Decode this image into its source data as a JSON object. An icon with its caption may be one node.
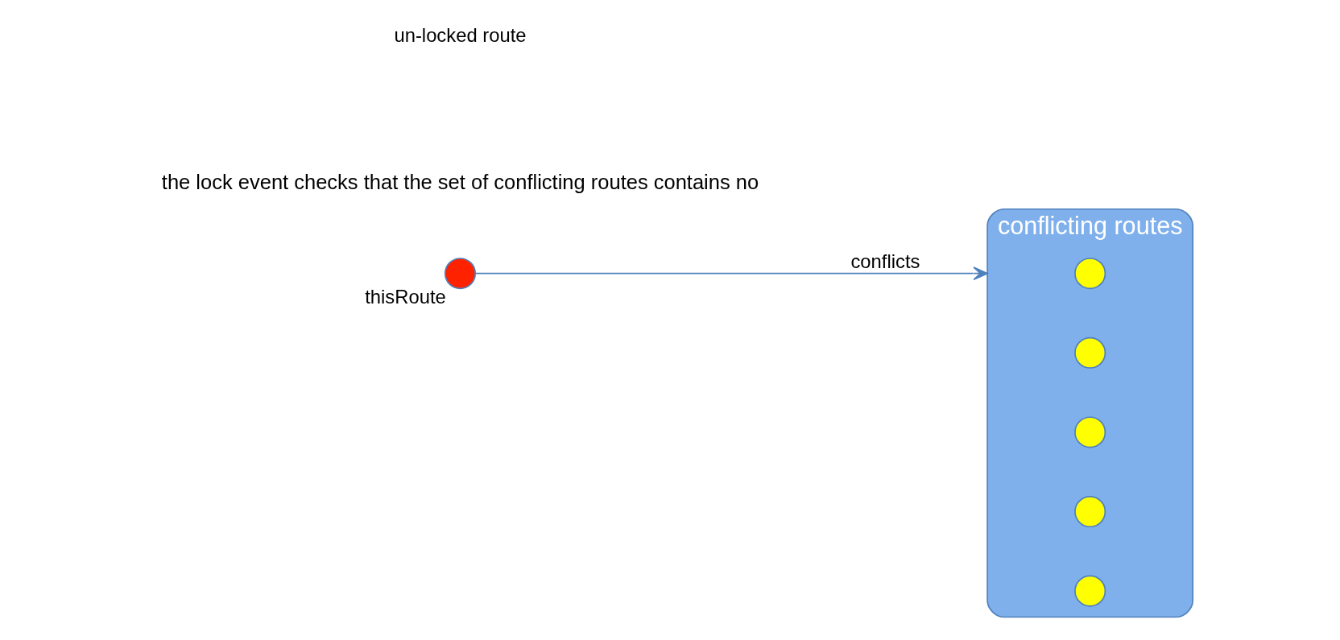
{
  "diagram": {
    "nodes": [
      {
        "text": [],
        "shape": "circle",
        "beside": [
          "thisRoute"
        ]
      },
      {
        "text": [
          "conflicting routes"
        ]
      },
      {
        "text": [],
        "shape": "circle",
        "in": 1
      },
      {
        "text": [],
        "shape": "circle",
        "in": 1
      },
      {
        "text": [],
        "shape": "circle",
        "in": 1
      },
      {
        "text": [],
        "shape": "circle",
        "in": 1
      },
      {
        "text": [],
        "shape": "circle",
        "in": 1
      }
    ],
    "edges": [
      {
        "from": 0,
        "to": 1,
        "arrow": "to",
        "label": "conflicts"
      }
    ],
    "labels": [
      "un-locked route",
      "the lock event checks that the set of conflicting routes contains no"
    ]
  }
}
